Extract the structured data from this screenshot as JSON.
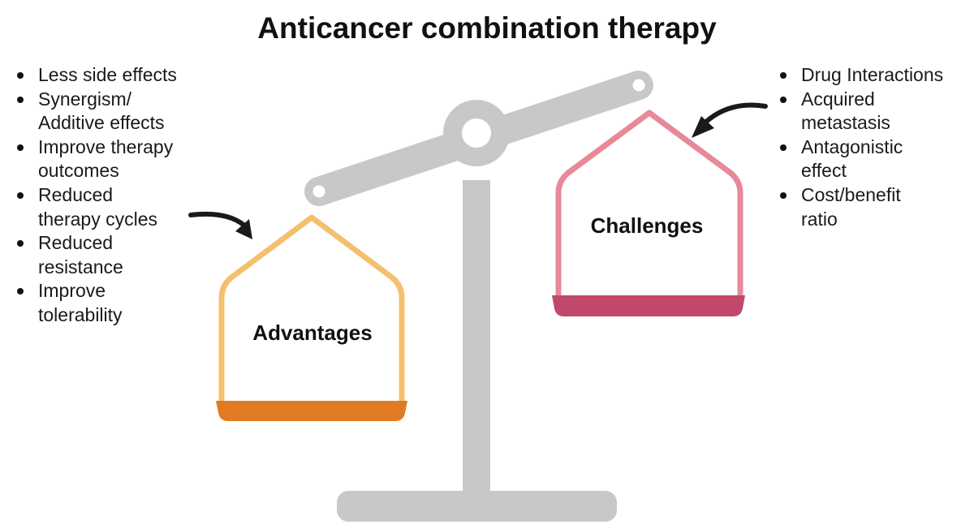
{
  "title": "Anticancer combination therapy",
  "advantages": {
    "label": "Advantages",
    "color_frame": "#F4C06E",
    "color_base": "#E07B24",
    "items": [
      "Less side effects",
      "Synergism/\nAdditive effects",
      "Improve therapy\noutcomes",
      "Reduced\ntherapy cycles",
      "Reduced\nresistance",
      "Improve\ntolerability"
    ]
  },
  "challenges": {
    "label": "Challenges",
    "color_frame": "#E8899A",
    "color_base": "#C0486A",
    "items": [
      "Drug Interactions",
      "Acquired\nmetastasis",
      "Antagonistic\neffect",
      "Cost/benefit\nratio"
    ]
  },
  "scale_color": "#C8C8C8",
  "icons": [
    "balance-scale-icon",
    "curved-arrow-icon"
  ]
}
